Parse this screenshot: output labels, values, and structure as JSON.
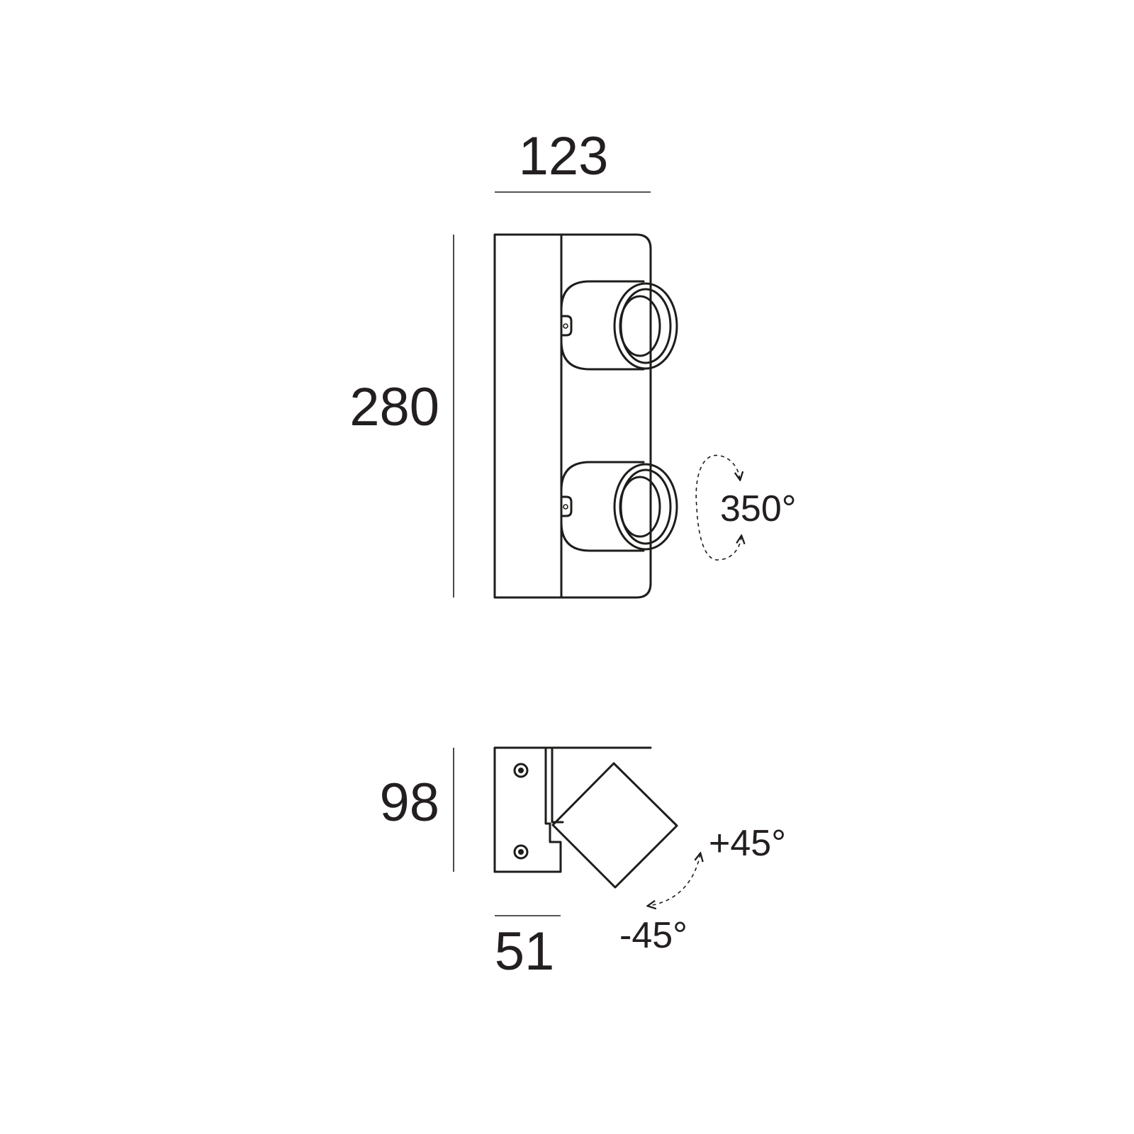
{
  "dimensions": {
    "width": "123",
    "height": "280",
    "depth": "98",
    "base": "51"
  },
  "angles": {
    "rotation": "350°",
    "tilt_plus": "+45°",
    "tilt_minus": "-45°"
  },
  "colors": {
    "line": "#1d1d1b",
    "text": "#231f20",
    "background": "#ffffff"
  }
}
